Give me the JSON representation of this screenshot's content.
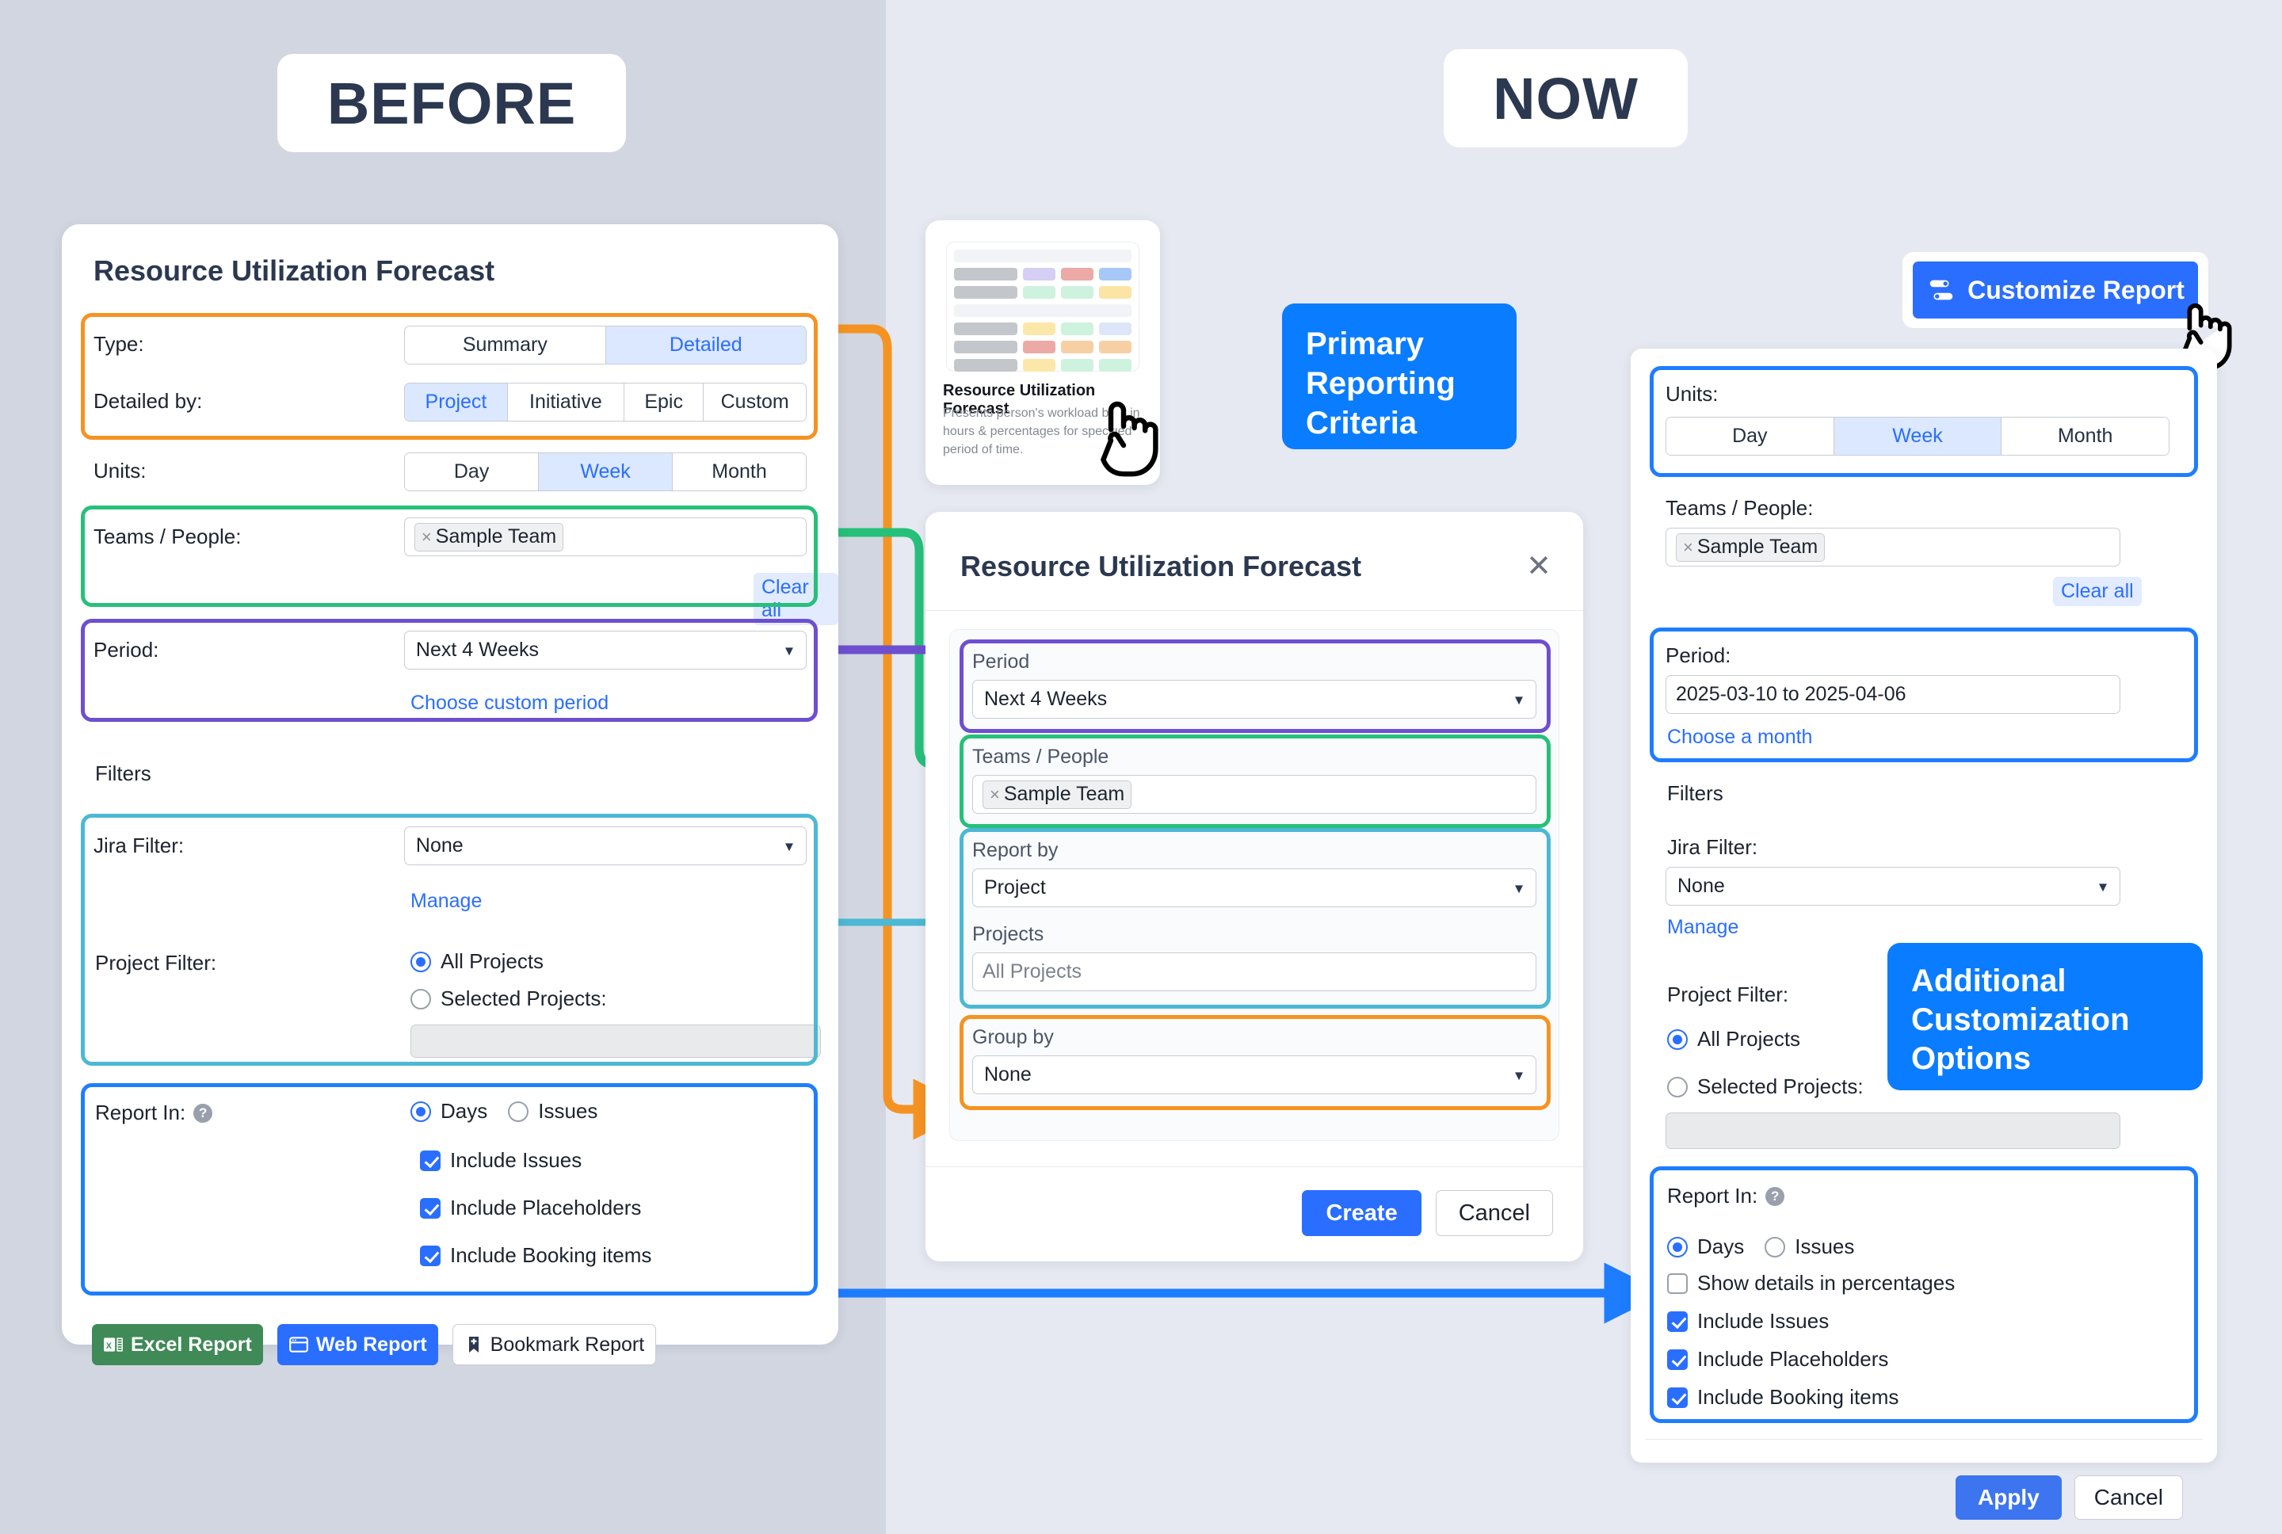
{
  "headers": {
    "before": "BEFORE",
    "now": "NOW"
  },
  "callouts": {
    "primary": "Primary Reporting Criteria",
    "additional": "Additional Customization Options"
  },
  "before_panel": {
    "title": "Resource Utilization Forecast",
    "type_label": "Type:",
    "type_options": [
      "Summary",
      "Detailed"
    ],
    "type_selected": "Detailed",
    "detailed_by_label": "Detailed by:",
    "detailed_by_options": [
      "Project",
      "Initiative",
      "Epic",
      "Custom"
    ],
    "detailed_by_selected": "Project",
    "units_label": "Units:",
    "units_options": [
      "Day",
      "Week",
      "Month"
    ],
    "units_selected": "Week",
    "teams_label": "Teams / People:",
    "teams_chip": "Sample Team",
    "clear_all": "Clear all",
    "period_label": "Period:",
    "period_value": "Next 4 Weeks",
    "period_link": "Choose custom period",
    "filters_heading": "Filters",
    "jira_filter_label": "Jira Filter:",
    "jira_filter_value": "None",
    "manage_link": "Manage",
    "project_filter_label": "Project Filter:",
    "all_projects": "All Projects",
    "selected_projects": "Selected Projects:",
    "report_in_label": "Report In:",
    "days": "Days",
    "issues": "Issues",
    "include_issues": "Include Issues",
    "include_placeholders": "Include Placeholders",
    "include_booking": "Include Booking items",
    "excel_report": "Excel Report",
    "web_report": "Web Report",
    "bookmark_report": "Bookmark Report"
  },
  "thumb_card": {
    "title": "Resource Utilization Forecast",
    "description": "Presents person's workload both in hours & percentages for specified period of time."
  },
  "modal": {
    "title": "Resource Utilization Forecast",
    "close": "✕",
    "period_label": "Period",
    "period_value": "Next 4 Weeks",
    "teams_label": "Teams / People",
    "teams_chip": "Sample Team",
    "report_by_label": "Report by",
    "report_by_value": "Project",
    "projects_label": "Projects",
    "projects_value": "All Projects",
    "group_by_label": "Group by",
    "group_by_value": "None",
    "create": "Create",
    "cancel": "Cancel"
  },
  "now_panel": {
    "customize_report": "Customize Report",
    "units_label": "Units:",
    "units_options": [
      "Day",
      "Week",
      "Month"
    ],
    "units_selected": "Week",
    "teams_label": "Teams / People:",
    "teams_chip": "Sample Team",
    "clear_all": "Clear all",
    "period_label": "Period:",
    "period_value": "2025-03-10 to 2025-04-06",
    "period_link": "Choose a month",
    "filters_heading": "Filters",
    "jira_filter_label": "Jira Filter:",
    "jira_filter_value": "None",
    "manage_link": "Manage",
    "project_filter_label": "Project Filter:",
    "all_projects": "All Projects",
    "selected_projects": "Selected Projects:",
    "report_in_label": "Report In:",
    "days": "Days",
    "issues": "Issues",
    "show_percentages": "Show details in percentages",
    "include_issues": "Include Issues",
    "include_placeholders": "Include Placeholders",
    "include_booking": "Include Booking items",
    "apply": "Apply",
    "cancel": "Cancel"
  },
  "colors": {
    "orange": "#f59322",
    "green": "#27c07a",
    "purple": "#6d4fd0",
    "teal": "#4cb8d4",
    "blue": "#1e7dff",
    "accent": "#2a6eff",
    "bg_left": "#d2d6e0",
    "bg_right": "#e6e9f1"
  }
}
